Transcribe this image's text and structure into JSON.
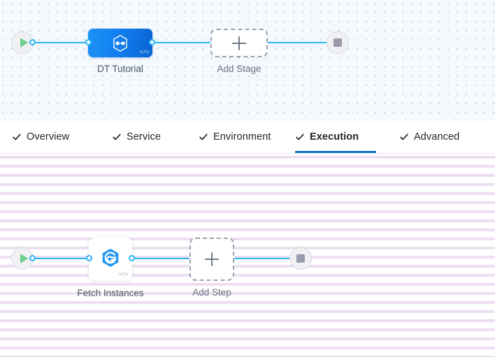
{
  "colors": {
    "accent_blue": "#1272c6",
    "link_blue": "#29b5f6",
    "node_gradient_from": "#1d92f7",
    "node_gradient_to": "#0a63d3",
    "play_green": "#6fd08c",
    "stop_gray": "#9b9bae",
    "canvas_top_bg": "#f3f9fd",
    "canvas_bottom_bg": "#ffffff"
  },
  "stage_canvas": {
    "start_node": {
      "icon": "play-icon",
      "label": ""
    },
    "stage_node": {
      "label": "DT Tutorial",
      "icon": "hexagon-link-icon",
      "badge": "</>"
    },
    "add_stage": {
      "label": "Add Stage",
      "icon": "plus-icon"
    },
    "end_node": {
      "icon": "stop-icon",
      "label": ""
    }
  },
  "tabs": [
    {
      "label": "Overview",
      "icon": "check-icon",
      "active": false
    },
    {
      "label": "Service",
      "icon": "check-icon",
      "active": false
    },
    {
      "label": "Environment",
      "icon": "check-icon",
      "active": false
    },
    {
      "label": "Execution",
      "icon": "check-icon",
      "active": true
    },
    {
      "label": "Advanced",
      "icon": "check-icon",
      "active": false
    }
  ],
  "step_canvas": {
    "start_node": {
      "icon": "play-icon",
      "label": ""
    },
    "step_node": {
      "label": "Fetch Instances",
      "icon": "harness-logo-icon",
      "badge": "</>"
    },
    "add_step": {
      "label": "Add Step",
      "icon": "plus-icon"
    },
    "end_node": {
      "icon": "stop-icon",
      "label": ""
    }
  }
}
